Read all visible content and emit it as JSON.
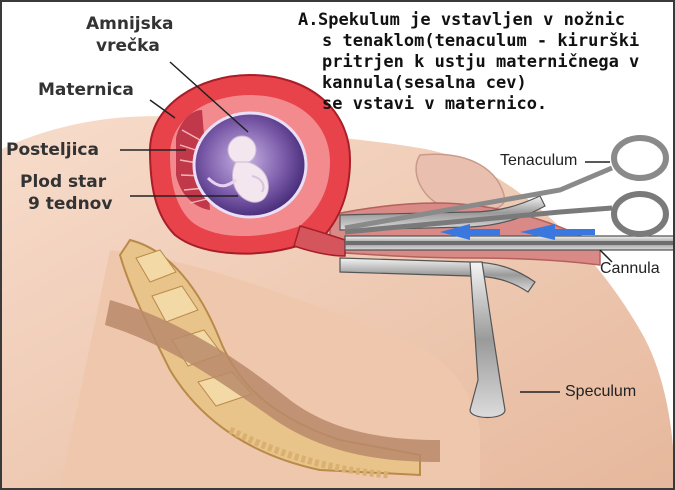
{
  "labels": {
    "amnion_line1": "Amnijska",
    "amnion_line2": "vrečka",
    "uterus": "Maternica",
    "placenta": "Posteljica",
    "fetus_line1": "Plod star",
    "fetus_line2": "9 tednov",
    "tenaculum": "Tenaculum",
    "cannula": "Cannula",
    "speculum": "Speculum"
  },
  "caption": {
    "marker": "A.",
    "lines": [
      "Spekulum je vstavljen v nožnic",
      "s tenaklom(tenaculum - kirurški",
      "pritrjen k ustju materničnega v",
      "kannula(sesalna cev)",
      "se vstavi v maternico."
    ]
  },
  "colors": {
    "uterus_wall": "#e8434b",
    "amniotic_sac": "#6a4a9a",
    "flow_arrow": "#3a78e0",
    "bone": "#e8c48a",
    "tissue": "#f1cdb6"
  }
}
